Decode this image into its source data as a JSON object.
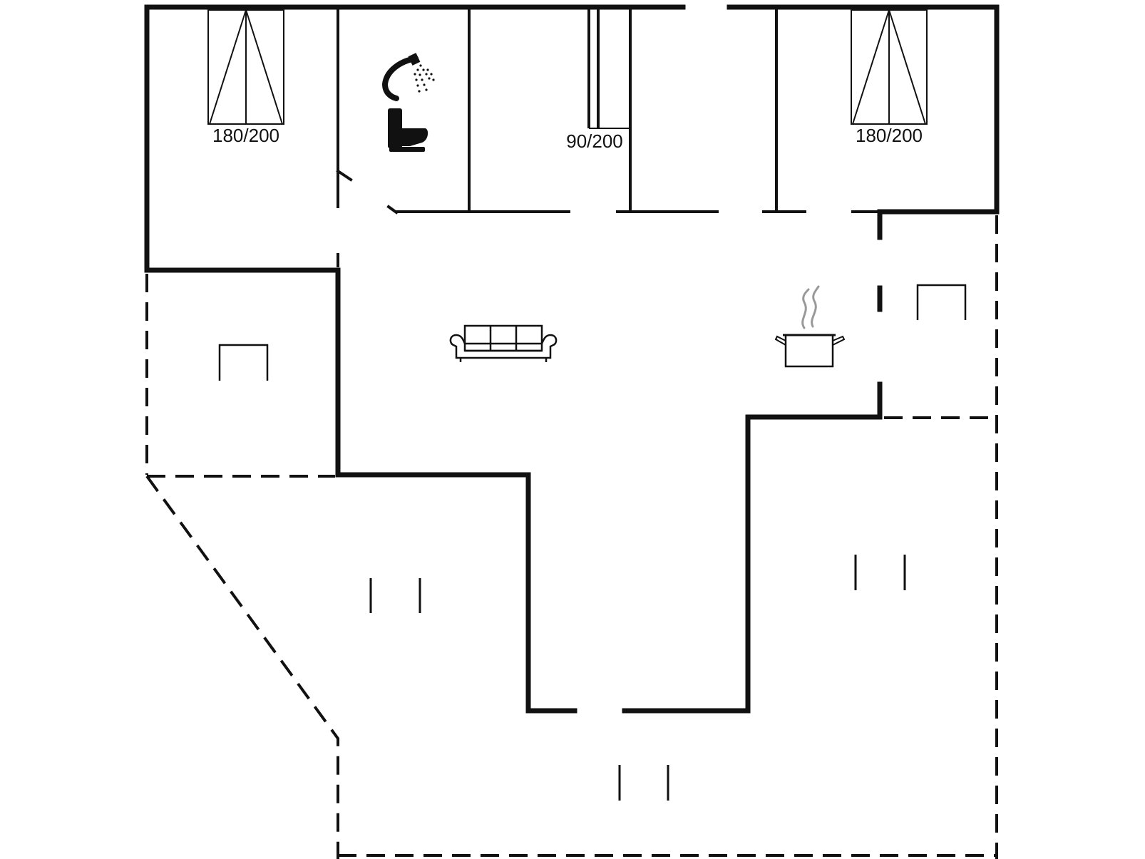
{
  "colors": {
    "wall": "#111111",
    "background": "#ffffff"
  },
  "beds": {
    "left": {
      "size_label": "180/200",
      "icon": "double-bed-icon"
    },
    "middle": {
      "size_label": "90/200",
      "icon": "single-bed-icon"
    },
    "right": {
      "size_label": "180/200",
      "icon": "double-bed-icon"
    }
  },
  "fixtures": {
    "shower": "shower-icon",
    "toilet": "toilet-icon",
    "sofa": "sofa-icon",
    "kitchen": "cooking-pot-icon"
  },
  "outdoor": {
    "chair_left": "garden-chair-icon",
    "chair_right": "garden-chair-icon",
    "bench_icons": [
      "bench-icon",
      "bench-icon",
      "bench-icon"
    ]
  }
}
